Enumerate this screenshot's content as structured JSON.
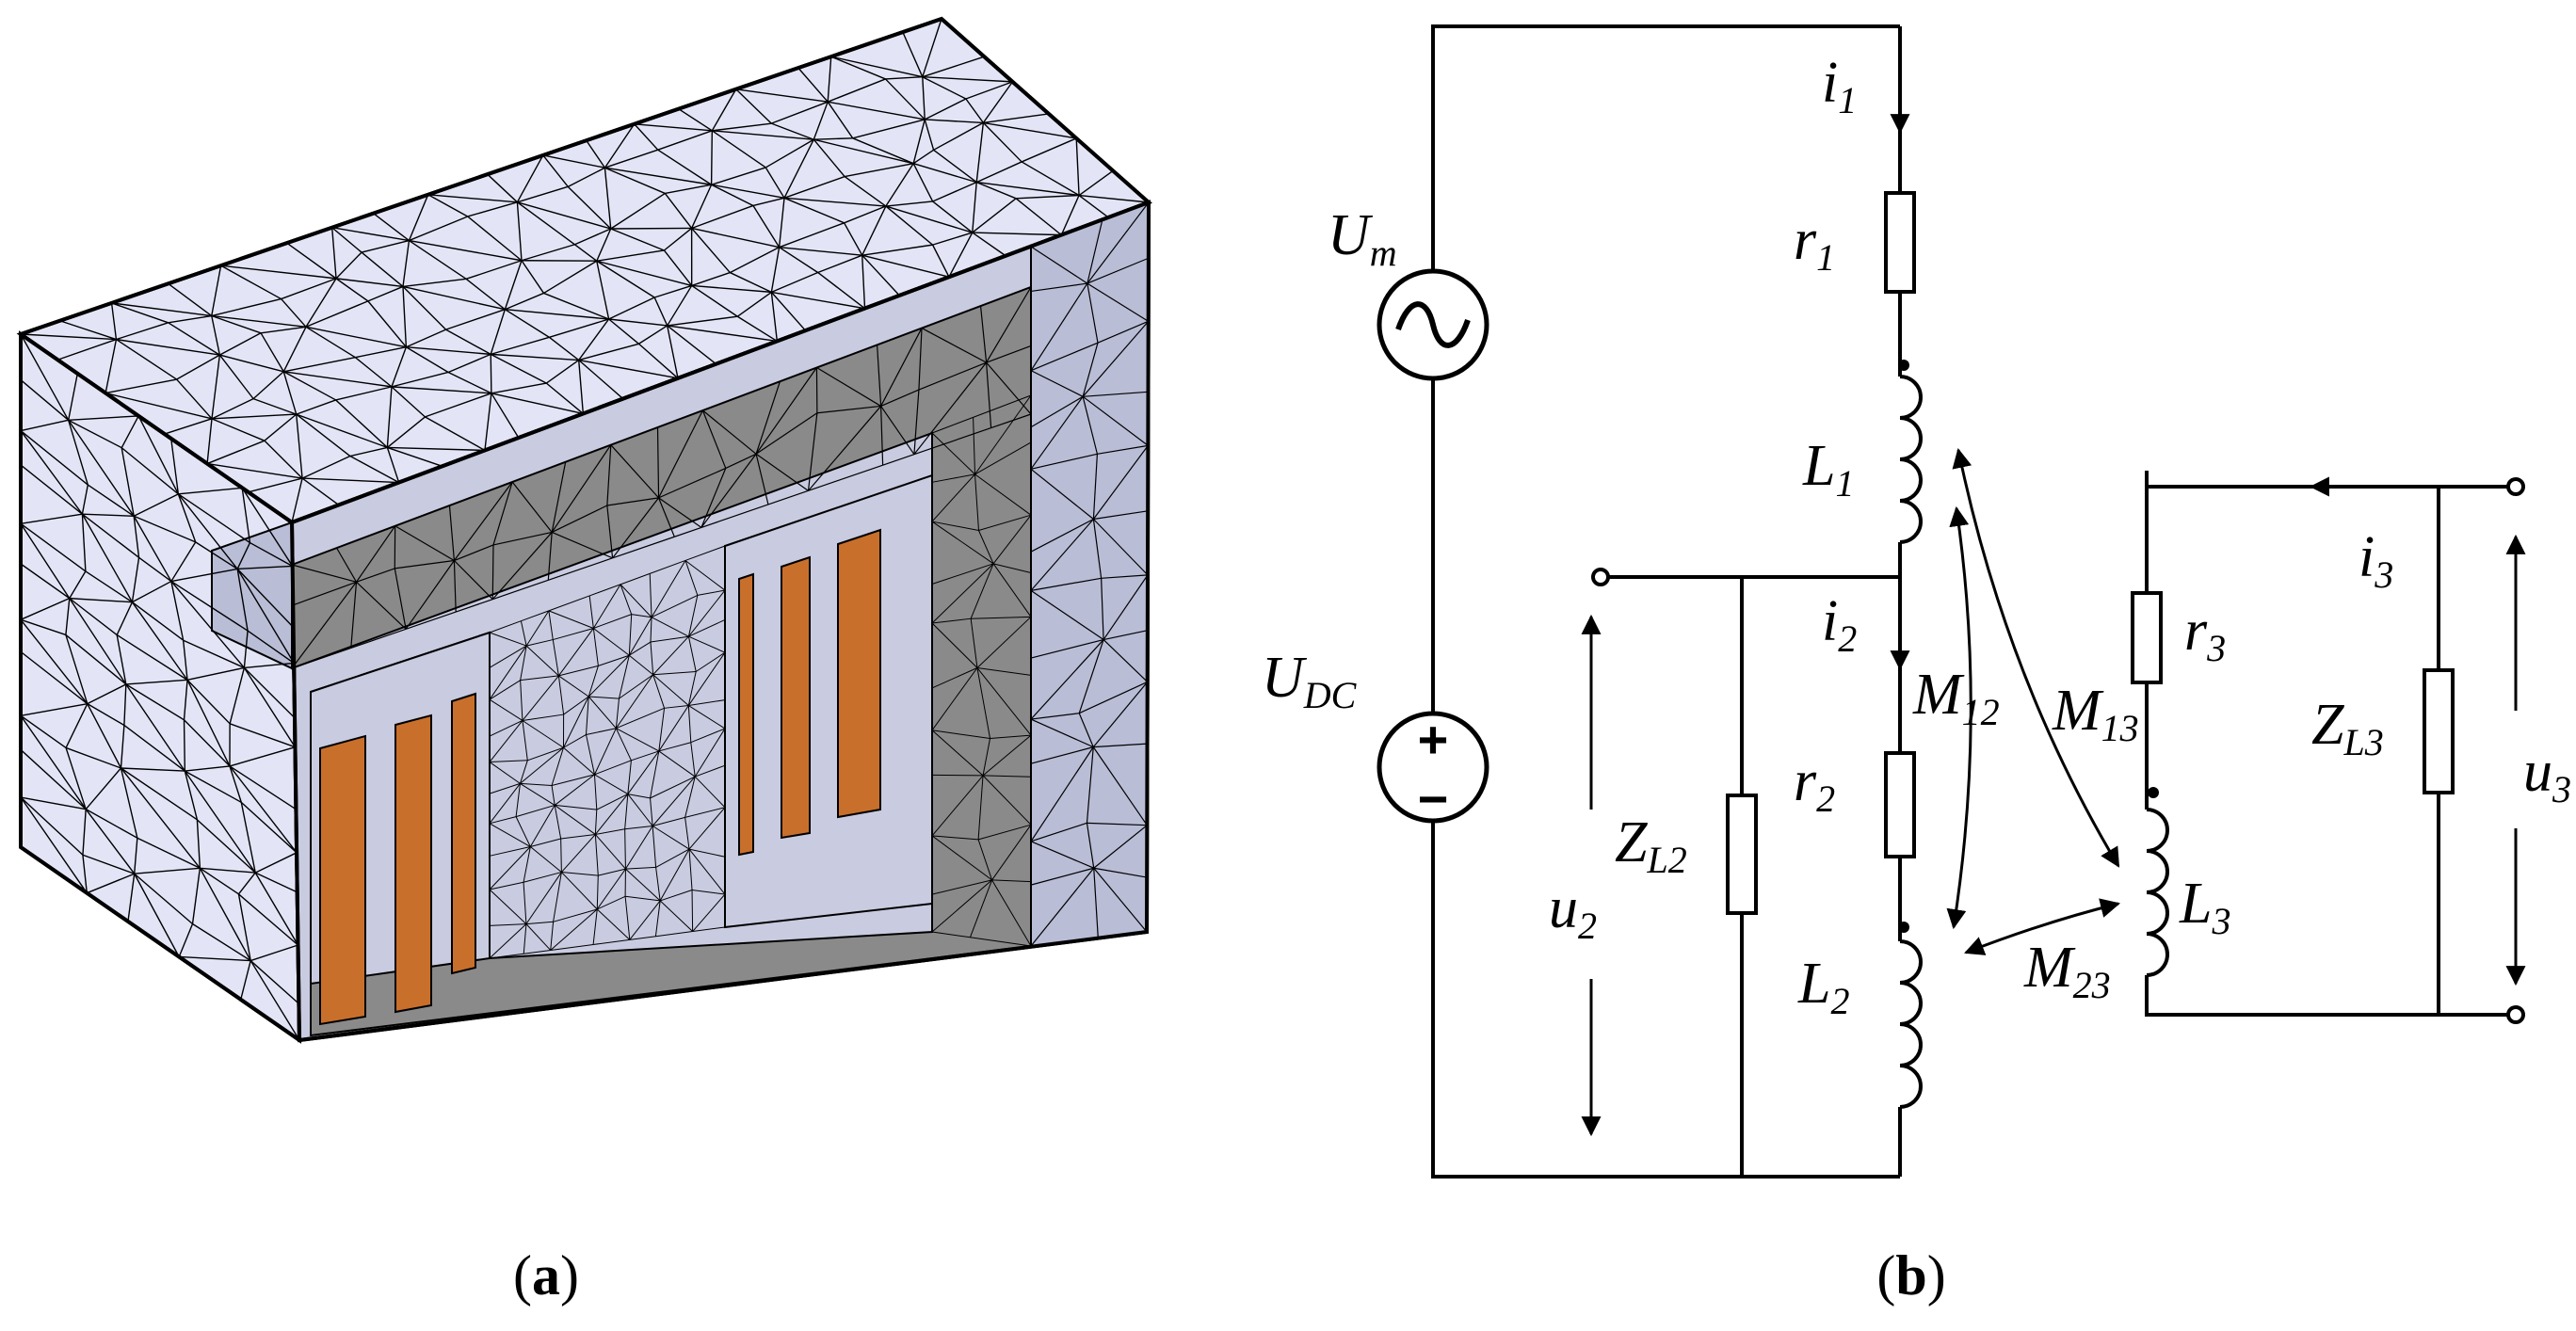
{
  "panel_a": {
    "caption_open": "(",
    "caption_letter": "a",
    "caption_close": ")",
    "colors": {
      "box_face": "#e3e5f7",
      "box_side": "#b9bdd6",
      "core": "#8a8a8a",
      "window": "#c9cbe0",
      "coil": "#c96f2c",
      "mesh": "#000000"
    }
  },
  "panel_b": {
    "caption_open": "(",
    "caption_letter": "b",
    "caption_close": ")",
    "labels": {
      "Um": {
        "main": "U",
        "sub": "m"
      },
      "Udc": {
        "main": "U",
        "sub": "DC"
      },
      "i1": {
        "main": "i",
        "sub": "1"
      },
      "i2": {
        "main": "i",
        "sub": "2"
      },
      "i3": {
        "main": "i",
        "sub": "3"
      },
      "r1": {
        "main": "r",
        "sub": "1"
      },
      "r2": {
        "main": "r",
        "sub": "2"
      },
      "r3": {
        "main": "r",
        "sub": "3"
      },
      "L1": {
        "main": "L",
        "sub": "1"
      },
      "L2": {
        "main": "L",
        "sub": "2"
      },
      "L3": {
        "main": "L",
        "sub": "3"
      },
      "M12": {
        "main": "M",
        "sub": "12"
      },
      "M13": {
        "main": "M",
        "sub": "13"
      },
      "M23": {
        "main": "M",
        "sub": "23"
      },
      "ZL2": {
        "main": "Z",
        "sub": "L2"
      },
      "ZL3": {
        "main": "Z",
        "sub": "L3"
      },
      "u2": {
        "main": "u",
        "sub": "2"
      },
      "u3": {
        "main": "u",
        "sub": "3"
      }
    },
    "source_symbols": {
      "ac": "~",
      "plus": "+",
      "minus": "−"
    }
  }
}
